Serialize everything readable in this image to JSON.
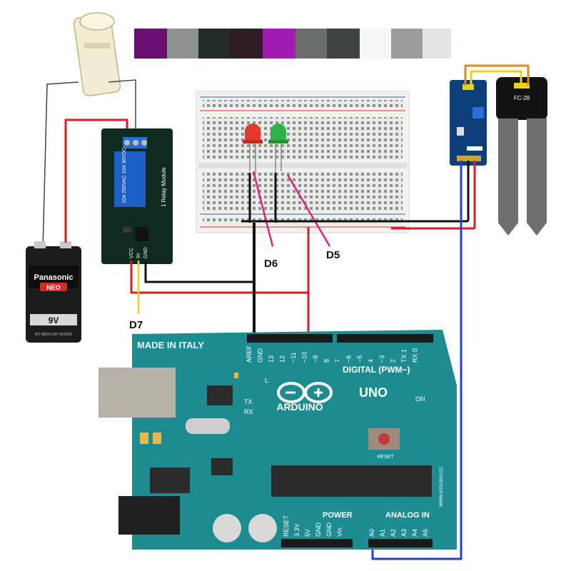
{
  "palette": [
    "#6b0f73",
    "#8d918f",
    "#232b28",
    "#2b1d22",
    "#a01bb0",
    "#6a6f6e",
    "#3f4341",
    "#f6fbf9",
    "#9a9c9c",
    "#e3e6e6"
  ],
  "battery": {
    "brand": "Panasonic",
    "series": "NEO",
    "voltage": "9V",
    "note": "NO MERCURY ADDED"
  },
  "relay": {
    "title": "1 Relay Module",
    "rating": "10A 250VAC 10A 30VDC",
    "pins": [
      "VCC",
      "IN",
      "GND"
    ]
  },
  "sensor": {
    "model": "FC-28"
  },
  "pin_labels": {
    "d5": "D5",
    "d6": "D6",
    "d7": "D7"
  },
  "arduino": {
    "made_in": "MADE IN ITALY",
    "brand": "ARDUINO",
    "model": "UNO",
    "digital_label": "DIGITAL (PWM~)",
    "digital_pins": [
      "AREF",
      "GND",
      "13",
      "12",
      "~11",
      "~10",
      "~9",
      "8",
      "7",
      "~6",
      "~5",
      "4",
      "~3",
      "2",
      "TX 1",
      "RX 0"
    ],
    "power_label": "POWER",
    "power_pins": [
      "RESET",
      "3.3V",
      "5V",
      "GND",
      "GND",
      "Vin"
    ],
    "analog_label": "ANALOG IN",
    "analog_pins": [
      "A0",
      "A1",
      "A2",
      "A3",
      "A4",
      "A5"
    ],
    "on_label": "ON",
    "reset_label": "RESET",
    "l_label": "L",
    "tx_label": "TX",
    "rx_label": "RX",
    "site": "WWW.ARDUINO.CC"
  },
  "wire_colors": {
    "red": "#e01b24",
    "black": "#111111",
    "magenta": "#e0207c",
    "blue": "#1f3fd6",
    "orange": "#e08a1e",
    "yellow": "#e8d21a",
    "grey": "#444444"
  }
}
